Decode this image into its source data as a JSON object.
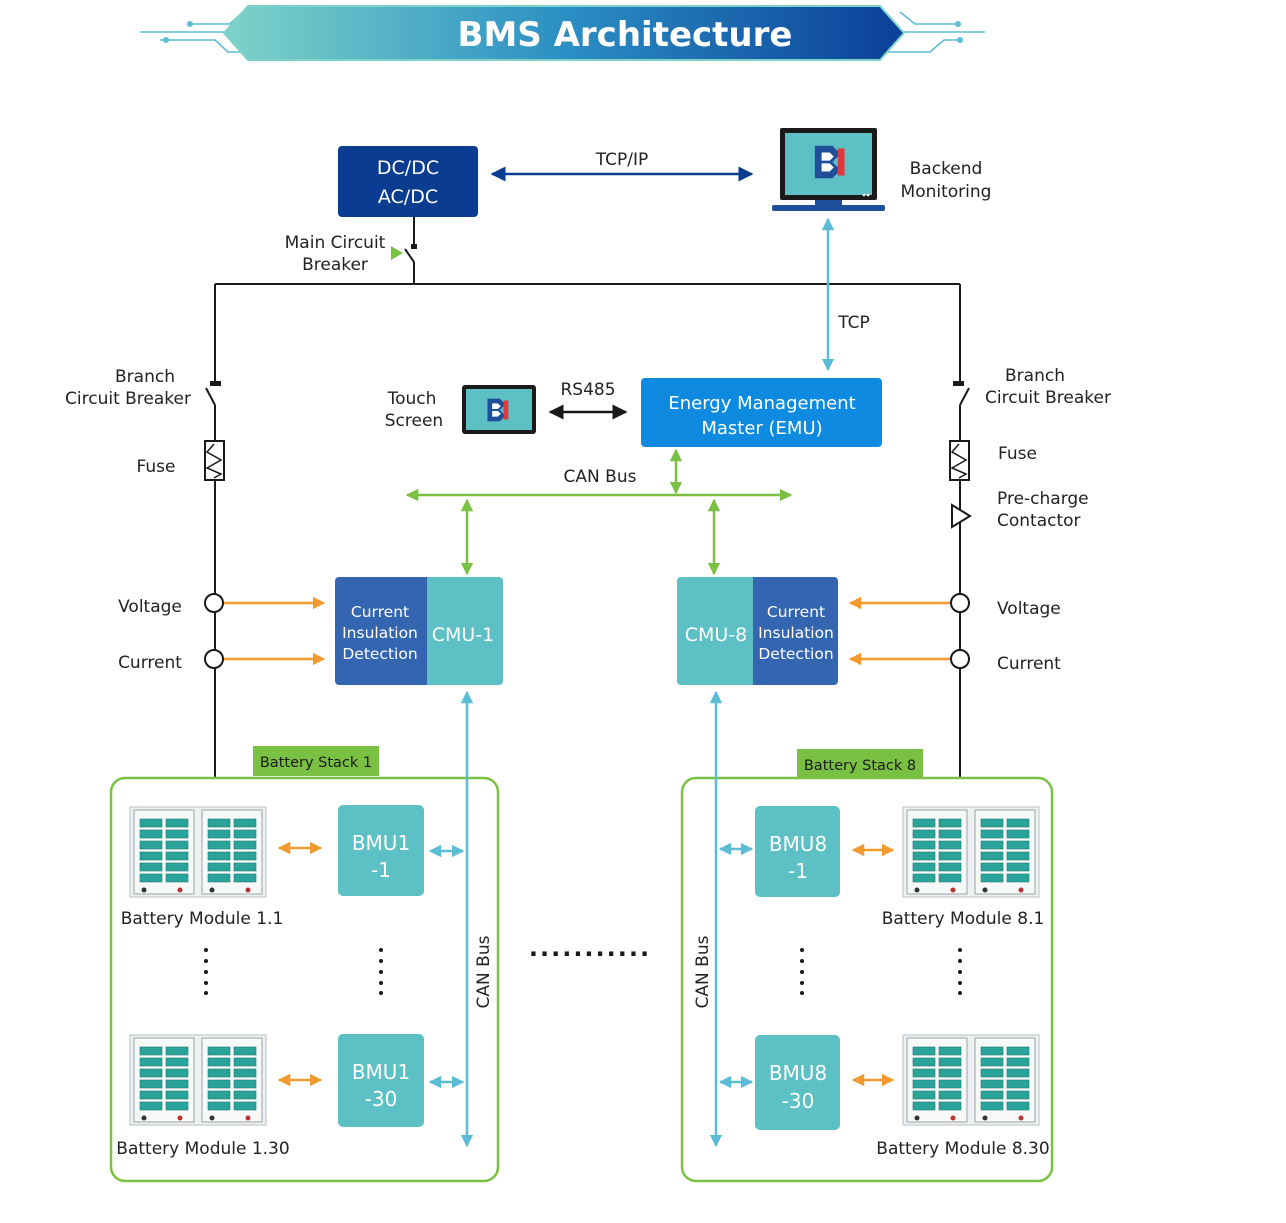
{
  "title": "BMS Architecture",
  "colors": {
    "navy": "#0a3d91",
    "emu_blue": "#0e8be0",
    "teal": "#5cc0c4",
    "cmu_dark": "#3465b0",
    "green": "#7ac143",
    "orange": "#f29a2e",
    "light_blue": "#5bbcd6",
    "line_black": "#1a1a1a",
    "battery_cell": "#2aa39a"
  },
  "icons": {
    "monitor": "monitor-icon",
    "touch_screen": "touch-screen-icon",
    "logo": "brand-logo-icon",
    "fuse": "fuse-icon",
    "breaker": "circuit-breaker-icon",
    "contactor": "contactor-icon",
    "sensor": "sensor-node-icon",
    "battery": "battery-module-icon"
  },
  "top": {
    "dcdc_line1": "DC/DC",
    "dcdc_line2": "AC/DC",
    "tcpip": "TCP/IP",
    "backend_line1": "Backend",
    "backend_line2": "Monitoring",
    "main_breaker_line1": "Main Circuit",
    "main_breaker_line2": "Breaker",
    "tcp": "TCP"
  },
  "middle": {
    "touch_line1": "Touch",
    "touch_line2": "Screen",
    "rs485": "RS485",
    "emu_line1": "Energy Management",
    "emu_line2": "Master (EMU)",
    "can_bus": "CAN Bus"
  },
  "left": {
    "branch_line1": "Branch",
    "branch_line2": "Circuit Breaker",
    "fuse": "Fuse",
    "voltage": "Voltage",
    "current": "Current",
    "cmu_detect_line1": "Current",
    "cmu_detect_line2": "Insulation",
    "cmu_detect_line3": "Detection",
    "cmu_name": "CMU-1",
    "stack_label": "Battery Stack 1",
    "bmu_top_line1": "BMU1",
    "bmu_top_line2": "-1",
    "bmu_bottom_line1": "BMU1",
    "bmu_bottom_line2": "-30",
    "module_top": "Battery Module 1.1",
    "module_bottom": "Battery Module 1.30",
    "can_bus_vertical": "CAN Bus"
  },
  "right": {
    "branch_line1": "Branch",
    "branch_line2": "Circuit Breaker",
    "fuse": "Fuse",
    "precharge_line1": "Pre-charge",
    "precharge_line2": "Contactor",
    "voltage": "Voltage",
    "current": "Current",
    "cmu_detect_line1": "Current",
    "cmu_detect_line2": "Insulation",
    "cmu_detect_line3": "Detection",
    "cmu_name": "CMU-8",
    "stack_label": "Battery Stack 8",
    "bmu_top_line1": "BMU8",
    "bmu_top_line2": "-1",
    "bmu_bottom_line1": "BMU8",
    "bmu_bottom_line2": "-30",
    "module_top": "Battery Module 8.1",
    "module_bottom": "Battery Module 8.30",
    "can_bus_vertical": "CAN Bus"
  },
  "separator_dots": "···········"
}
